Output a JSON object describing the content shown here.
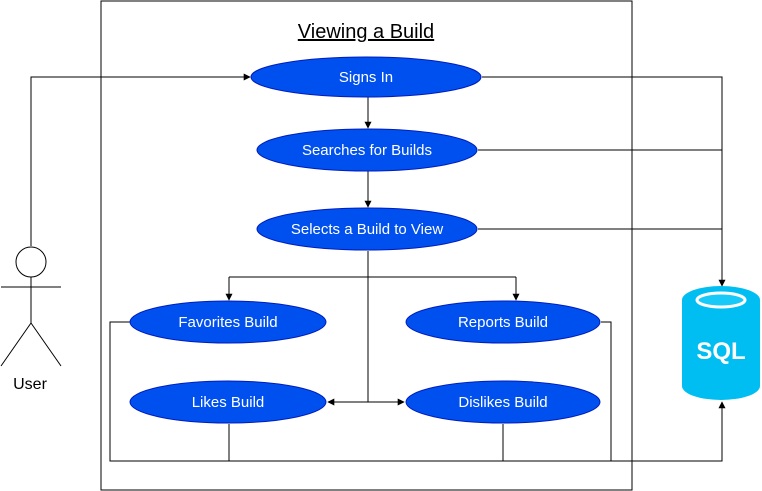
{
  "system": {
    "title": "Viewing a Build"
  },
  "actor": {
    "label": "User"
  },
  "database": {
    "label": "SQL",
    "color": "#00bef2",
    "top_color": "#19c9f7"
  },
  "use_case_color": "#0050ef",
  "use_cases": {
    "signs_in": "Signs In",
    "searches": "Searches for Builds",
    "selects": "Selects a Build to View",
    "favorites": "Favorites Build",
    "reports": "Reports Build",
    "likes": "Likes Build",
    "dislikes": "Dislikes Build"
  }
}
